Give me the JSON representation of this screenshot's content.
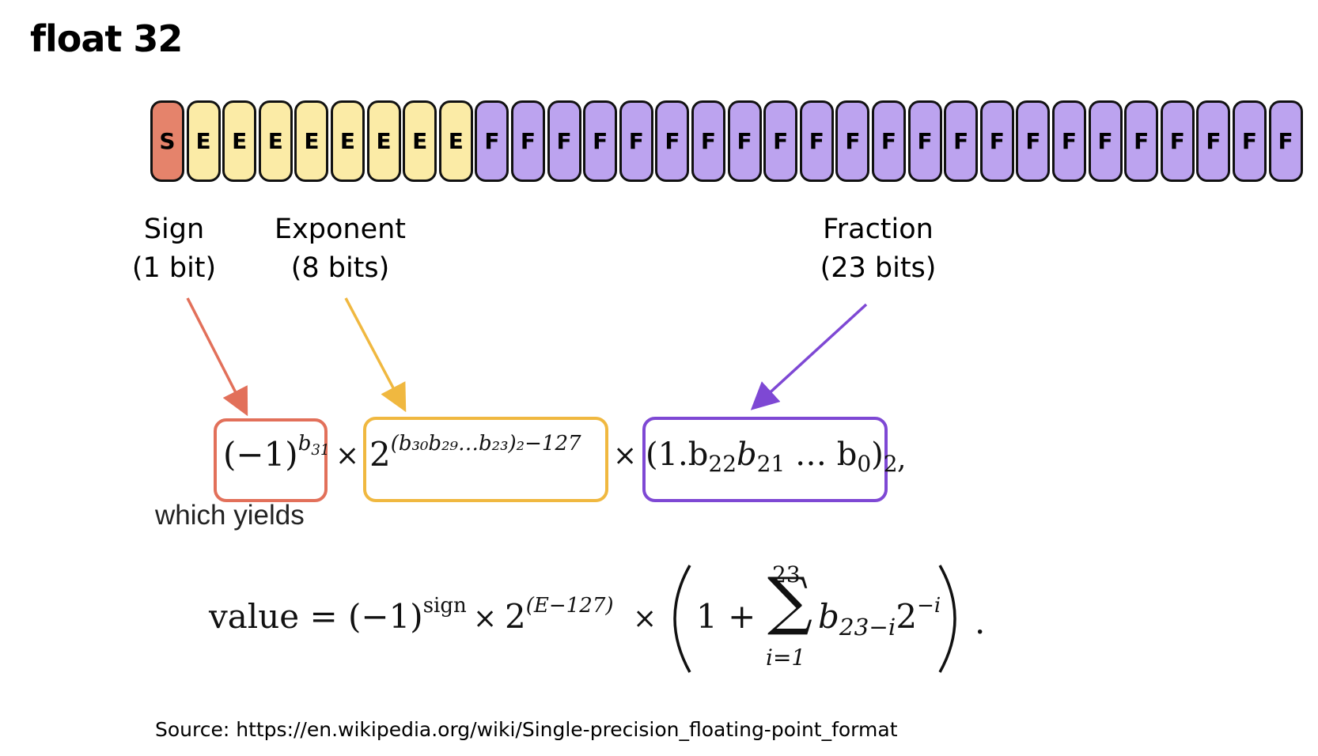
{
  "title": "float 32",
  "bits": {
    "sign": [
      "S"
    ],
    "exponent": [
      "E",
      "E",
      "E",
      "E",
      "E",
      "E",
      "E",
      "E"
    ],
    "fraction": [
      "F",
      "F",
      "F",
      "F",
      "F",
      "F",
      "F",
      "F",
      "F",
      "F",
      "F",
      "F",
      "F",
      "F",
      "F",
      "F",
      "F",
      "F",
      "F",
      "F",
      "F",
      "F",
      "F"
    ]
  },
  "colors": {
    "sign": "#e5836b",
    "exponent": "#fbeba6",
    "fraction": "#bca3ef",
    "sign_arrow": "#e2705a",
    "exponent_arrow": "#f0b840",
    "fraction_arrow": "#7e48d4"
  },
  "labels": {
    "sign": {
      "line1": "Sign",
      "line2": "(1 bit)"
    },
    "exponent": {
      "line1": "Exponent",
      "line2": "(8 bits)"
    },
    "fraction": {
      "line1": "Fraction",
      "line2": "(23 bits)"
    }
  },
  "formula1": {
    "sign_base": "(−1)",
    "sign_exp": "b",
    "sign_exp_sub": "31",
    "times1": "×",
    "exp_base": "2",
    "exp_power": "(b₃₀b₂₉…b₂₃)₂−127",
    "times2": "×",
    "fraction_text": "(1.b",
    "fraction_sub1": "22",
    "fraction_b2": "b",
    "fraction_sub2": "21",
    "fraction_dots": " … b",
    "fraction_sub3": "0",
    "fraction_close": ")",
    "fraction_sub4": "2",
    "comma": ","
  },
  "which_yields": "which yields",
  "formula2": {
    "lhs": "value = (−1)",
    "sign_exp": "sign",
    "times1": "×",
    "two": "2",
    "power": "(E−127)",
    "times2": "×",
    "one_plus": "1 +",
    "sigma": "∑",
    "upper": "23",
    "lower": "i=1",
    "term_b": "b",
    "term_sub": "23−i",
    "term_two": "2",
    "term_exp": "−i",
    "period": "."
  },
  "source": "Source: https://en.wikipedia.org/wiki/Single-precision_floating-point_format"
}
